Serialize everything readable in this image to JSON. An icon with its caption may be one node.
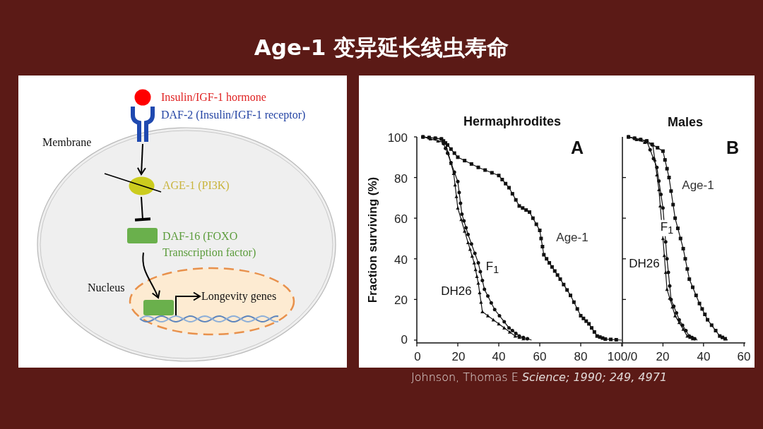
{
  "diagram": {
    "title": "Age-1 变异延长线虫寿命",
    "nodes": [
      {
        "text": [
          "Membrane"
        ]
      },
      {
        "text": [
          "Insulin/IGF-1 hormone"
        ]
      },
      {
        "text": [
          "DAF-2 (Insulin/IGF-1 receptor)"
        ]
      },
      {
        "text": [
          "AGE-1 (PI3K)"
        ],
        "in": 0
      },
      {
        "text": [
          "DAF-16 (FOXO Transcription factor)"
        ],
        "in": 0
      },
      {
        "text": [
          "Nucleus"
        ],
        "in": 0
      },
      {
        "text": [],
        "shape": "box",
        "in": 5
      },
      {
        "text": [
          "Longevity genes"
        ],
        "in": 5
      }
    ],
    "edges": [
      {
        "from": 2,
        "to": 3,
        "arrow": "to"
      },
      {
        "from": 3,
        "to": 4,
        "arrow": "other"
      },
      {
        "from": 4,
        "to": 6,
        "arrow": "to"
      },
      {
        "from": 6,
        "to": 7,
        "arrow": "to"
      }
    ],
    "labels": [
      "Hermaphrodites",
      "Males",
      "A",
      "B",
      "Fraction surviving (%)",
      "100",
      "80",
      "60",
      "40",
      "20",
      "0",
      "Age-1",
      "Age-1",
      "F$_{1}$",
      "F$_{1}$",
      "DH26",
      "DH26",
      "0",
      "20",
      "40",
      "60",
      "80",
      "100/0",
      "20",
      "40",
      "60",
      "Johnson, Thomas E *Science; 1990; 249, 4971*"
    ]
  }
}
